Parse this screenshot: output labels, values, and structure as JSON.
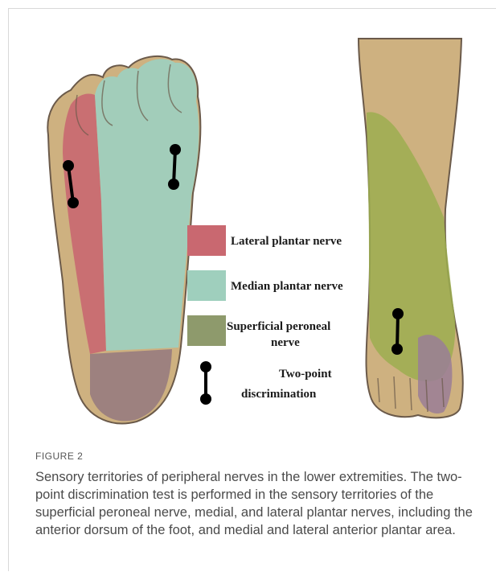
{
  "figure": {
    "label": "FIGURE 2",
    "caption": "Sensory territories of peripheral nerves in the lower extremities. The two-point discrimination test is performed in the sensory territories of the superficial peroneal nerve, medial, and lateral plantar nerves, including the anterior dorsum of the foot, and medial and lateral anterior plantar area."
  },
  "legend": {
    "lateral_plantar": "Lateral plantar nerve",
    "median_plantar": "Median plantar nerve",
    "superficial_peroneal_line1": "Superficial peroneal",
    "superficial_peroneal_line2": "nerve",
    "two_point_line1": "Two-point",
    "two_point_line2": "discrimination"
  },
  "colors": {
    "lateral_plantar": "#c96870",
    "median_plantar": "#9fcfbd",
    "superficial_peroneal": "#8e9a6c",
    "skin": "#ceb180",
    "heel_overlap": "#9a7e7e",
    "dorsum_green": "#9cae50",
    "outline": "#6b5a4a",
    "marker": "#000000"
  }
}
